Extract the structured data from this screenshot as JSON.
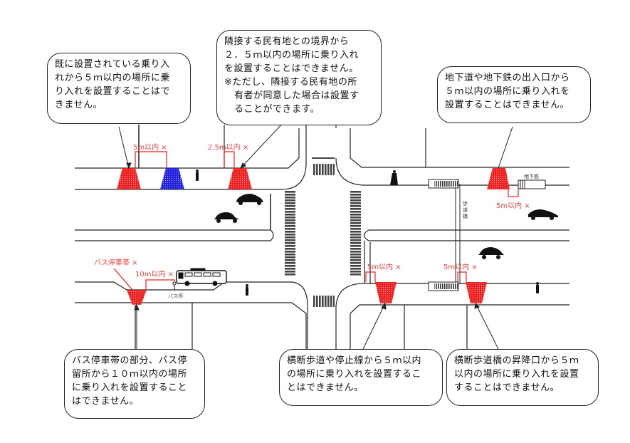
{
  "colors": {
    "prohibited": "#f02020",
    "allowed_existing": "#2020e0",
    "annotation": "#f04040",
    "line": "#222222"
  },
  "callouts": {
    "existing_entrance": {
      "lines": [
        "既に設置されている乗り入",
        "れから５ｍ以内の場所に乗",
        "り入れを設置することはで",
        "きません。"
      ]
    },
    "adjacent_land": {
      "lines": [
        "隣接する民有地との境界から",
        "２．５ｍ以内の場所に乗り入れ",
        "を設置することはできません。",
        "※ただし、隣接する民有地の所"
      ],
      "indented_lines": [
        "有者が同意した場合は設置す",
        "ることができます。"
      ]
    },
    "subway": {
      "lines": [
        "地下道や地下鉄の出入口から",
        "５ｍ以内の場所に乗り入れを",
        "設置することはできません。"
      ]
    },
    "bus_stop": {
      "lines": [
        "バス停車帯の部分、バス停",
        "留所から１０ｍ以内の場所",
        "に乗り入れを設置すること",
        "はできません。"
      ]
    },
    "crosswalk": {
      "lines": [
        "横断歩道や停止線から５ｍ以内",
        "の場所に乗り入れを設置するこ",
        "とはできません。"
      ]
    },
    "footbridge": {
      "lines": [
        "横断歩道橋の昇降口から５ｍ",
        "以内の場所に乗り入れを設置",
        "することはできません。"
      ]
    }
  },
  "labels": {
    "within_5m_x": "5m以内 ×",
    "within_2_5m_x": "2.5m以内 ×",
    "within_10m_x": "10m以内 ×",
    "bus_bay_x": "バス停車帯 ×",
    "bus_stop": "バス停",
    "subway": "地下鉄",
    "footbridge": "歩道橋"
  },
  "icons": [
    "pedestrian-icon",
    "car-icon",
    "bus-icon",
    "bus-stop-sign-icon",
    "subway-entrance-icon",
    "footbridge-stairs-icon",
    "crosswalk-icon"
  ]
}
